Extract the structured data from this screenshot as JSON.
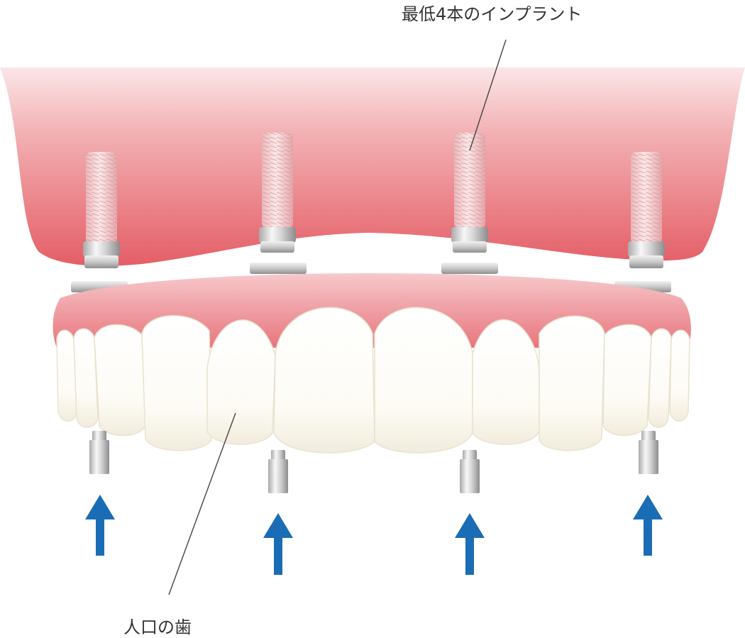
{
  "labels": {
    "implants": "最低4本のインプラント",
    "teeth": "人口の歯"
  },
  "colors": {
    "gum_light": "#f4c2c4",
    "gum_mid": "#ee9fa3",
    "gum_dark": "#e45a62",
    "tooth": "#fdfbf5",
    "tooth_shade": "#f3eee0",
    "metal_light": "#f4f4f4",
    "metal_dark": "#9a9a9a",
    "arrow": "#1a6db5",
    "leader_line": "#444444"
  },
  "diagram": {
    "implant_count": 4,
    "icons": [
      "implant-screw-icon",
      "abutment-post-icon",
      "up-arrow-icon"
    ]
  }
}
